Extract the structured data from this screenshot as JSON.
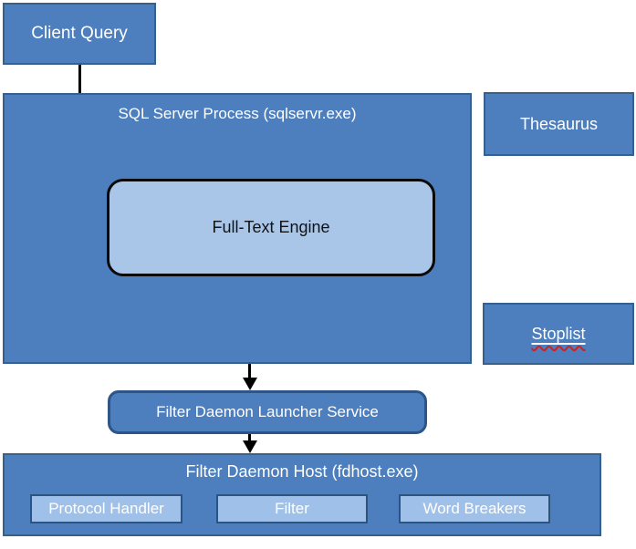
{
  "diagram": {
    "nodes": {
      "client_query": "Client Query",
      "sql_server_process": "SQL Server Process (sqlservr.exe)",
      "full_text_engine": "Full-Text Engine",
      "thesaurus": "Thesaurus",
      "stoplist": "Stoplist",
      "filter_daemon_launcher": "Filter Daemon Launcher Service",
      "filter_daemon_host": "Filter Daemon Host (fdhost.exe)",
      "host_components": [
        "Protocol Handler",
        "Filter",
        "Word Breakers"
      ]
    },
    "edges": [
      {
        "from": "client_query",
        "to": "sql_server_process",
        "style": "arrow-down"
      },
      {
        "from": "sql_server_process",
        "to": "filter_daemon_launcher",
        "style": "arrow-down"
      },
      {
        "from": "filter_daemon_launcher",
        "to": "filter_daemon_host",
        "style": "arrow-down"
      }
    ],
    "colors": {
      "box_fill": "#4d7ebd",
      "box_border": "#36618f",
      "light_fill": "#a9c6e8",
      "light_border": "#2d5380",
      "engine_border": "#000000",
      "arrow": "#000000",
      "text_light": "#ffffff",
      "text_dark": "#121212",
      "spellcheck_squiggle": "#cc2222",
      "background": "#ffffff"
    }
  }
}
